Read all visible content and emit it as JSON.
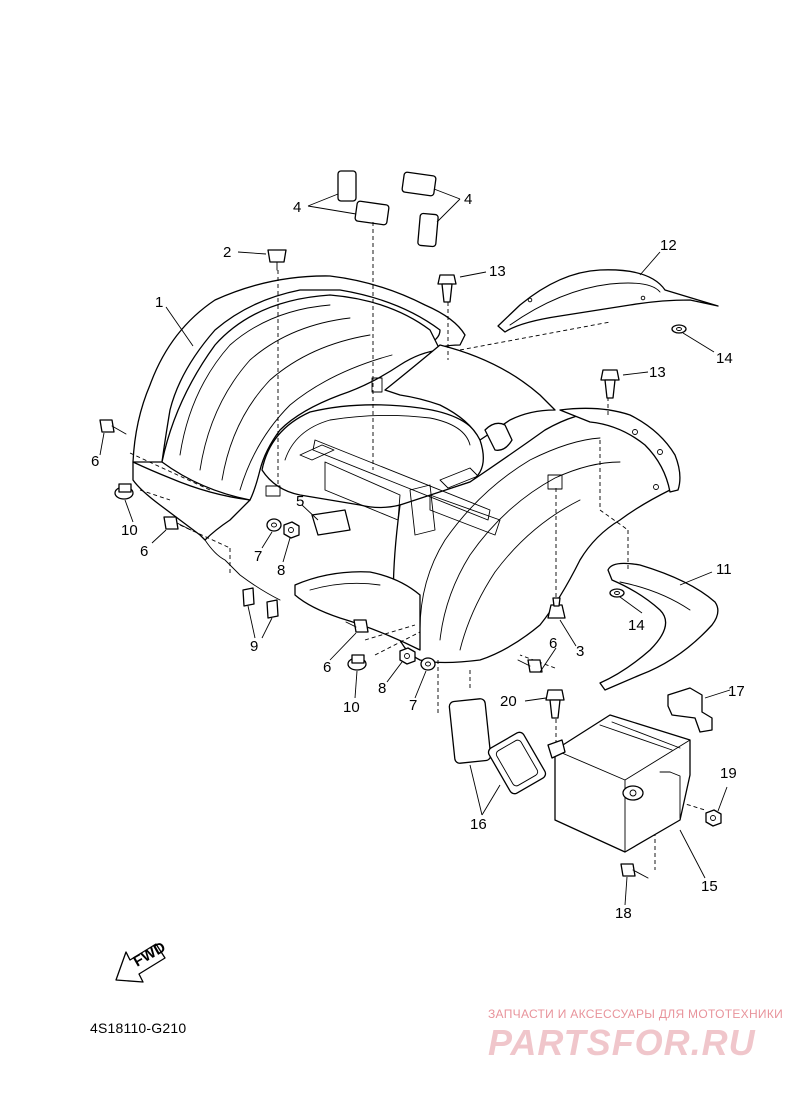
{
  "diagram": {
    "callouts": {
      "c1": "1",
      "c2": "2",
      "c3": "3",
      "c4a": "4",
      "c4b": "4",
      "c5": "5",
      "c6a": "6",
      "c6b": "6",
      "c6c": "6",
      "c6d": "6",
      "c7a": "7",
      "c7b": "7",
      "c8a": "8",
      "c8b": "8",
      "c9": "9",
      "c10a": "10",
      "c10b": "10",
      "c11": "11",
      "c12": "12",
      "c13a": "13",
      "c13b": "13",
      "c14a": "14",
      "c14b": "14",
      "c15": "15",
      "c16": "16",
      "c17": "17",
      "c18": "18",
      "c19": "19",
      "c20": "20"
    },
    "fwd_label": "FWD",
    "code": "4S18110-G210"
  },
  "watermark": {
    "tagline": "ЗАПЧАСТИ И АКСЕССУАРЫ ДЛЯ МОТОТЕХНИКИ",
    "logo": "PARTSFOR.RU"
  }
}
